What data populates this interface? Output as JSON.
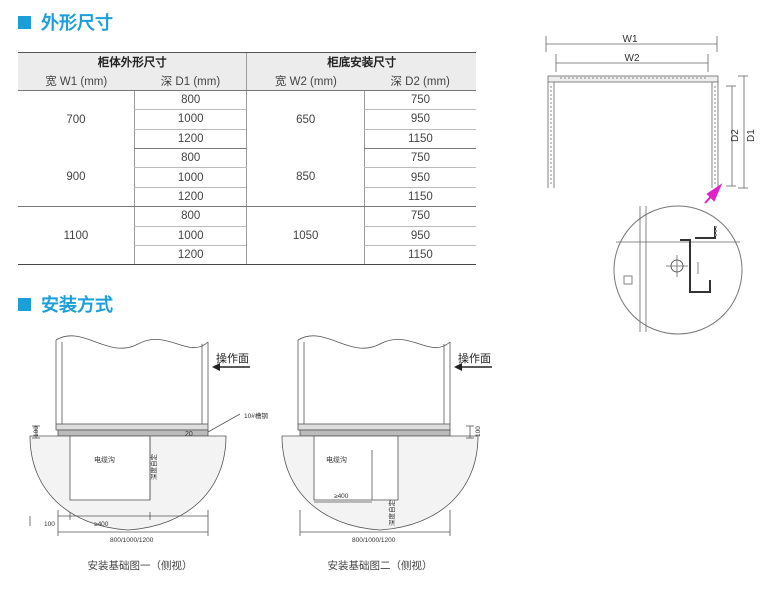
{
  "section1": {
    "title": "外形尺寸"
  },
  "section2": {
    "title": "安装方式"
  },
  "table": {
    "group1": "柜体外形尺寸",
    "group2": "柜底安装尺寸",
    "col_w1": "宽 W1 (mm)",
    "col_d1": "深 D1 (mm)",
    "col_w2": "宽 W2 (mm)",
    "col_d2": "深 D2 (mm)",
    "groups": [
      {
        "w1": "700",
        "w2": "650",
        "rows": [
          {
            "d1": "800",
            "d2": "750"
          },
          {
            "d1": "1000",
            "d2": "950"
          },
          {
            "d1": "1200",
            "d2": "1150"
          }
        ]
      },
      {
        "w1": "900",
        "w2": "850",
        "rows": [
          {
            "d1": "800",
            "d2": "750"
          },
          {
            "d1": "1000",
            "d2": "950"
          },
          {
            "d1": "1200",
            "d2": "1150"
          }
        ]
      },
      {
        "w1": "1100",
        "w2": "1050",
        "rows": [
          {
            "d1": "800",
            "d2": "750"
          },
          {
            "d1": "1000",
            "d2": "950"
          },
          {
            "d1": "1200",
            "d2": "1150"
          }
        ]
      }
    ]
  },
  "plan_view": {
    "w1": "W1",
    "w2": "W2",
    "d1": "D1",
    "d2": "D2"
  },
  "diagram1": {
    "front_label": "操作面",
    "dim_100": "100",
    "dim_20": "20",
    "channel": "10#槽钢",
    "trench": "电缆沟",
    "trench_depth": "深度自定",
    "dim_100b": "100",
    "dim_400": "≥400",
    "dim_depth": "800/1000/1200",
    "caption": "安装基础图一（侧视）"
  },
  "diagram2": {
    "front_label": "操作面",
    "dim_100": "100",
    "trench": "电缆沟",
    "trench_depth": "深度自定",
    "dim_400": "≥400",
    "dim_depth": "800/1000/1200",
    "caption": "安装基础图二（侧视）"
  },
  "colors": {
    "accent": "#1a9fd9",
    "arrow": "#e020c8"
  }
}
